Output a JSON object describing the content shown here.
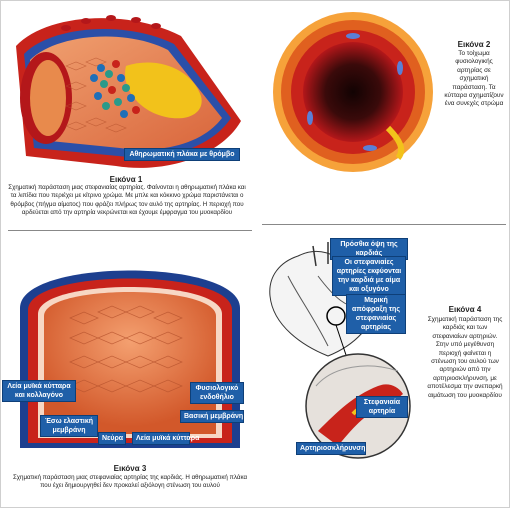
{
  "fig1": {
    "title": "Εικόνα 1",
    "label": "Αθηρωματική πλάκα με θρόμβο",
    "caption": "Σχηματική παράσταση μιας στεφανιαίας αρτηρίας. Φαίνονται η αθηρωματική πλάκα και τα λιπίδια που περιέχει με κίτρινο χρώμα. Με μπλε και κόκκινο χρώμα παριστάνεται ο θρόμβος (πήγμα αίματος) που φράζει πλήρως τον αυλό της αρτηρίας. Η περιοχή που αρδεύεται από την αρτηρία νεκρώνεται και έχουμε έμφραγμα του μυοκαρδίου"
  },
  "fig2": {
    "title": "Εικόνα 2",
    "caption": "Το τοίχωμα φυσιολογικής αρτηρίας σε σχηματική παράσταση. Τα κύτταρα σχηματίζουν ένα συνεχές στρώμα"
  },
  "fig3": {
    "title": "Εικόνα 3",
    "labels": {
      "smooth_muscle": "Λεία μυϊκά κύτταρα και κολλαγόνο",
      "elastic_membrane": "Έσω ελαστική μεμβράνη",
      "nerve": "Νεύρα",
      "smooth_muscle_cells": "Λεία μυϊκά κύτταρα",
      "endothelium": "Φυσιολογικό ενδοθήλιο",
      "basement_membrane": "Βασική μεμβράνη"
    },
    "caption": "Σχηματική παράσταση μιας στεφανιαίας αρτηρίας της καρδιάς. Η αθηρωματική πλάκα που έχει δημιουργηθεί δεν προκαλεί αξιόλογη στένωση του αυλού"
  },
  "fig4": {
    "title": "Εικόνα 4",
    "labels": {
      "front_view": "Πρόσθια όψη της καρδιάς",
      "coronary_origin": "Οι στεφανιαίες αρτηρίες εκφύονται την καρδιά με αίμα και οξυγόνο",
      "partial_blockage": "Μερική απόφραξη της στεφανιαίας αρτηρίας",
      "coronary_artery": "Στεφανιαία αρτηρία",
      "atherosclerosis": "Αρτηριοσκλήρυνση"
    },
    "caption": "Σχηματική παράσταση της καρδιάς και των στεφανιαίων αρτηριών. Στην υπό μεγέθυνση περιοχή φαίνεται η στένωση του αυλού των αρτηριών από την αρτηριοσκλήρυνση, με αποτέλεσμα την ανεπαρκή αιμάτωση του μυοκαρδίου"
  },
  "colors": {
    "label_bg": "#1f5fa8",
    "artery_red": "#c8231b",
    "plaque_yellow": "#f2c21b",
    "vessel_wall": "#e88a4c"
  }
}
